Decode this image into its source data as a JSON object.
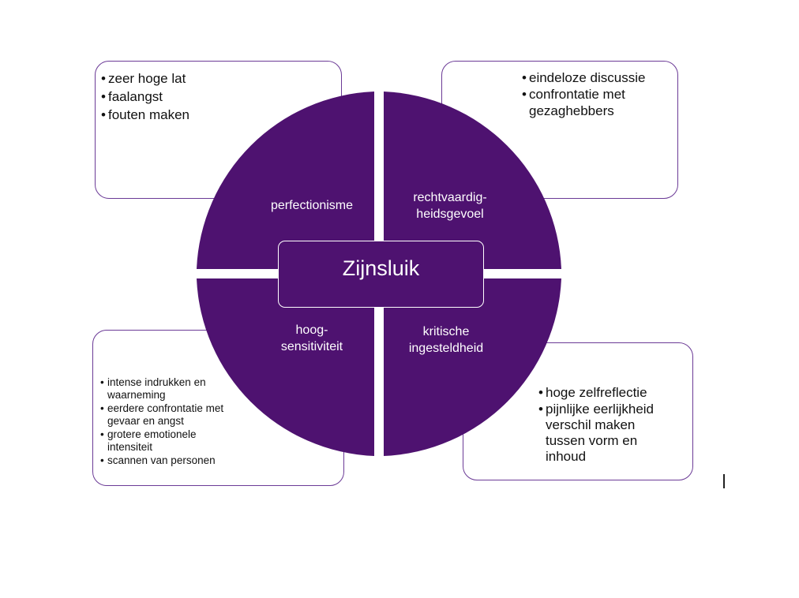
{
  "colors": {
    "quadrant": "#4e1270",
    "box_border": "#6b3a96",
    "text": "#111111",
    "white": "#ffffff"
  },
  "center": {
    "label": "Zijnsluik"
  },
  "quadrants": {
    "top_left": {
      "label": "perfectionisme"
    },
    "top_right": {
      "label_lines": [
        "rechtvaardig-",
        "heidsgevoel"
      ]
    },
    "bottom_left": {
      "label_lines": [
        "hoog-",
        "sensitiviteit"
      ]
    },
    "bottom_right": {
      "label_lines": [
        "kritische",
        "ingesteldheid"
      ]
    }
  },
  "boxes": {
    "top_left": {
      "items": [
        "zeer hoge lat",
        "faalangst",
        "fouten maken"
      ]
    },
    "top_right": {
      "items": [
        "eindeloze discussie",
        "confrontatie met gezaghebbers"
      ]
    },
    "bottom_left": {
      "items": [
        "intense indrukken en waarneming",
        "eerdere confrontatie met gevaar en angst",
        "grotere emotionele intensiteit",
        "scannen van personen"
      ]
    },
    "bottom_right": {
      "items": [
        "hoge zelfreflectie",
        "pijnlijke eerlijkheid verschil maken tussen vorm en inhoud"
      ]
    }
  }
}
